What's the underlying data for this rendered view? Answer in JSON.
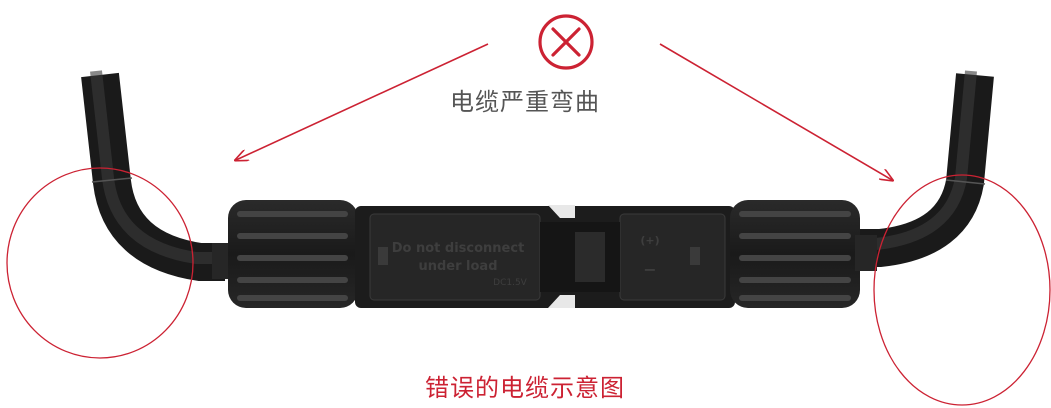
{
  "header": {
    "warning_label": "电缆严重弯曲",
    "warning_icon": "circle-x-icon"
  },
  "connector": {
    "left_text_line1": "Do not disconnect",
    "left_text_line2": "under load",
    "left_small_text": "DC1.5V",
    "right_text": "(+)",
    "right_text_sub": "−"
  },
  "caption": {
    "text": "错误的电缆示意图"
  },
  "colors": {
    "accent": "#cc2233",
    "cable": "#2a2a2a",
    "connector": "#1e1e1e",
    "label_gray": "#555555"
  }
}
